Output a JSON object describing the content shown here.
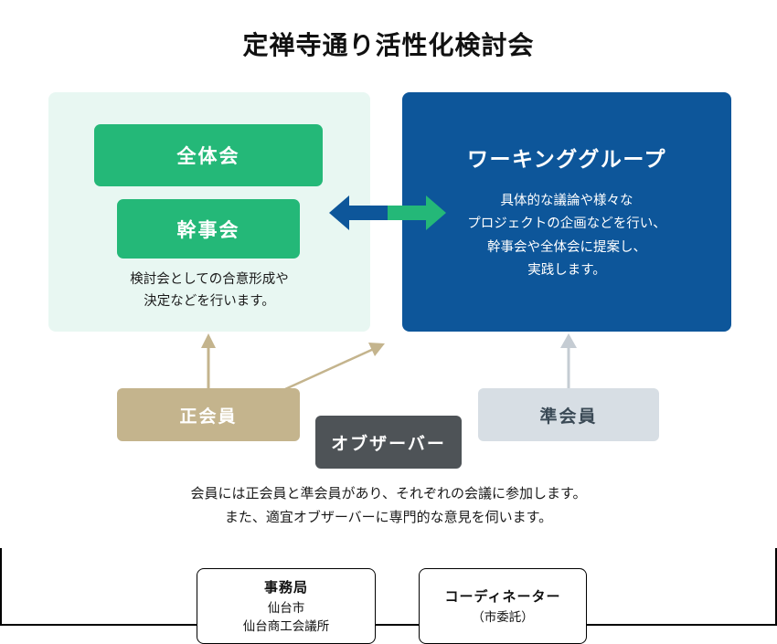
{
  "page": {
    "title": "定禅寺通り活性化検討会"
  },
  "colors": {
    "panel_left_bg": "#e8f7f2",
    "panel_right_bg": "#0d569a",
    "green_box": "#24b878",
    "member_regular": "#c4b48d",
    "member_observer": "#4e5357",
    "member_associate": "#d7dee4",
    "arrow_blue": "#0d569a",
    "arrow_green": "#24b878",
    "arrow_tan": "#c4b48d",
    "arrow_gray": "#c5ccd3",
    "text_dark": "#1a1a1a",
    "text_light": "#ffffff"
  },
  "left_panel": {
    "boxes": [
      {
        "label": "全体会"
      },
      {
        "label": "幹事会"
      }
    ],
    "description": "検討会としての合意形成や\n決定などを行います。"
  },
  "right_panel": {
    "title": "ワーキンググループ",
    "description": "具体的な議論や様々な\nプロジェクトの企画などを行い、\n幹事会や全体会に提案し、\n実践します。"
  },
  "arrows": {
    "bidirectional_label": "双方向矢印",
    "regular_to_plenary": "正会員→全体会・幹事会",
    "regular_to_wg": "正会員→ワーキンググループ",
    "associate_to_wg": "準会員→ワーキンググループ"
  },
  "members": [
    {
      "label": "正会員",
      "name": "regular-member"
    },
    {
      "label": "オブザーバー",
      "name": "observer"
    },
    {
      "label": "準会員",
      "name": "associate-member"
    }
  ],
  "membership_note": "会員には正会員と準会員があり、それぞれの会議に参加します。\nまた、適宜オブザーバーに専門的な意見を伺います。",
  "support": [
    {
      "title": "事務局",
      "subtitle": "仙台市\n仙台商工会議所"
    },
    {
      "title": "コーディネーター",
      "subtitle": "（市委託）"
    }
  ]
}
